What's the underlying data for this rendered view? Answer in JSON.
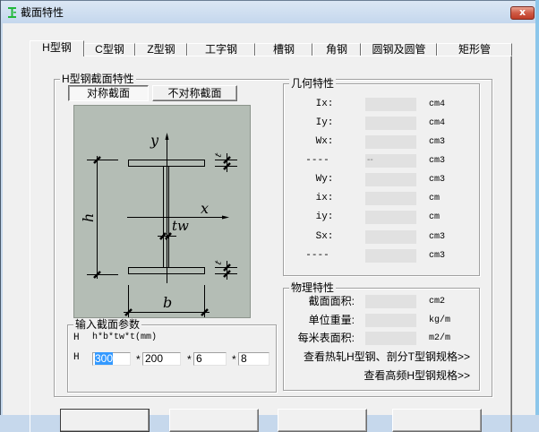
{
  "window": {
    "title": "截面特性",
    "close_label": "x",
    "icon": "i-beam-icon"
  },
  "tabs": [
    {
      "label": "H型钢",
      "selected": true
    },
    {
      "label": "C型钢",
      "selected": false
    },
    {
      "label": "Z型钢",
      "selected": false
    },
    {
      "label": "工字钢",
      "selected": false
    },
    {
      "label": "槽钢",
      "selected": false
    },
    {
      "label": "角钢",
      "selected": false
    },
    {
      "label": "圆钢及圆管",
      "selected": false
    },
    {
      "label": "矩形管",
      "selected": false
    }
  ],
  "section_group": {
    "legend": "H型钢截面特性",
    "symmetric_button": "对称截面",
    "asymmetric_button": "不对称截面",
    "selected_mode": "对称截面"
  },
  "diagram": {
    "background": "#b4bdb5",
    "labels": {
      "y_axis": "y",
      "x_axis": "x",
      "web_thickness": "tw",
      "height": "h",
      "width": "b",
      "flange_top": "t",
      "flange_bottom": "t"
    }
  },
  "input_group": {
    "legend": "输入截面参数",
    "type_label": "H",
    "formula": "h*b*tw*t(mm)",
    "row_label": "H",
    "separator": "*",
    "values": {
      "h": "300",
      "b": "200",
      "tw": "6",
      "t": "8"
    }
  },
  "geometry": {
    "legend": "几何特性",
    "rows": [
      {
        "label": "Ix:",
        "value": "",
        "unit": "cm4"
      },
      {
        "label": "Iy:",
        "value": "",
        "unit": "cm4"
      },
      {
        "label": "Wx:",
        "value": "",
        "unit": "cm3"
      },
      {
        "label": "----",
        "value": "--",
        "unit": "cm3"
      },
      {
        "label": "Wy:",
        "value": "",
        "unit": "cm3"
      },
      {
        "label": "ix:",
        "value": "",
        "unit": "cm"
      },
      {
        "label": "iy:",
        "value": "",
        "unit": "cm"
      },
      {
        "label": "Sx:",
        "value": "",
        "unit": "cm3"
      },
      {
        "label": "----",
        "value": "",
        "unit": "cm3"
      }
    ]
  },
  "physical": {
    "legend": "物理特性",
    "rows": [
      {
        "label": "截面面积:",
        "value": "",
        "unit": "cm2"
      },
      {
        "label": "单位重量:",
        "value": "",
        "unit": "kg/m"
      },
      {
        "label": "每米表面积:",
        "value": "",
        "unit": "m2/m"
      }
    ],
    "links": [
      "查看热轧H型钢、剖分T型钢规格>>",
      "查看高频H型钢规格>>"
    ]
  },
  "footer_buttons": [
    {
      "label": ""
    },
    {
      "label": ""
    },
    {
      "label": ""
    },
    {
      "label": ""
    }
  ]
}
